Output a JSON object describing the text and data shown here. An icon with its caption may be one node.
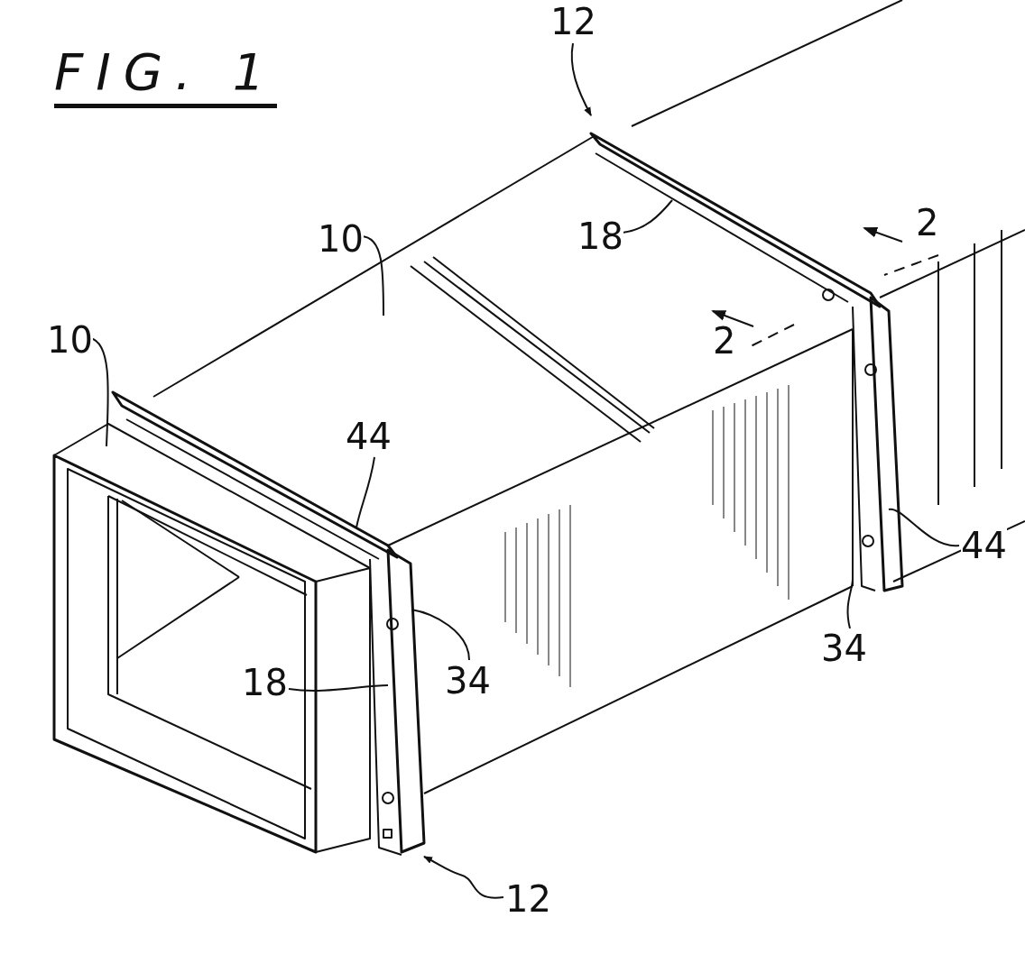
{
  "diagram": {
    "title": "FIG. 1",
    "nodes": [
      {
        "text": [
          "12"
        ]
      },
      {
        "text": [
          "18"
        ]
      },
      {
        "text": [
          "10"
        ]
      },
      {
        "text": [
          "10"
        ]
      },
      {
        "text": [
          "44"
        ]
      },
      {
        "text": [
          "44"
        ]
      },
      {
        "text": [
          "34"
        ]
      },
      {
        "text": [
          "34"
        ]
      },
      {
        "text": [
          "18"
        ]
      },
      {
        "text": [
          "12"
        ]
      }
    ],
    "edges": [
      {
        "from": 0,
        "to": null,
        "arrow": "to"
      },
      {
        "from": 1,
        "to": null,
        "arrow": "none"
      },
      {
        "from": 2,
        "to": null,
        "arrow": "none"
      },
      {
        "from": 3,
        "to": null,
        "arrow": "none"
      },
      {
        "from": 4,
        "to": null,
        "arrow": "none"
      },
      {
        "from": 5,
        "to": null,
        "arrow": "none"
      },
      {
        "from": 6,
        "to": null,
        "arrow": "none"
      },
      {
        "from": 7,
        "to": null,
        "arrow": "none"
      },
      {
        "from": 8,
        "to": null,
        "arrow": "none"
      },
      {
        "from": 9,
        "to": null,
        "arrow": "to"
      }
    ],
    "labels": [
      "2",
      "2"
    ]
  }
}
